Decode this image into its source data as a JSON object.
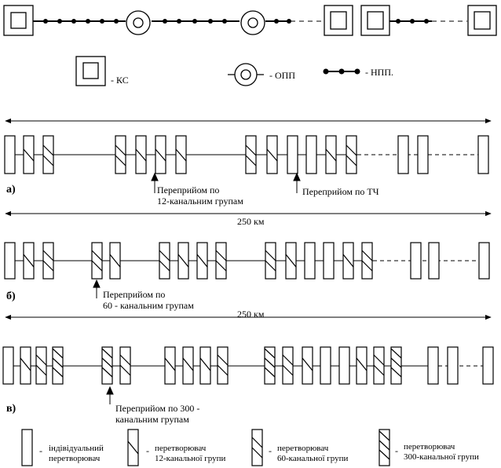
{
  "top_legend": {
    "ks_label": "- КС",
    "opp_label": "- ОПП",
    "npp_label": "- НПП."
  },
  "scheme_a": {
    "label": "а)",
    "note_1_line1": "Переприйом по",
    "note_1_line2": "12-канальним групам",
    "note_2": "Переприйом по ТЧ",
    "distance": "250 км"
  },
  "scheme_b": {
    "label": "б)",
    "note_line1": "Переприйом по",
    "note_line2": "60 - канальним групам",
    "distance": "250 км"
  },
  "scheme_c": {
    "label": "в)",
    "note_line1": "Переприйом по 300 -",
    "note_line2": "канальним групам"
  },
  "bottom_legend": [
    {
      "dash": "-",
      "line1": "індівідуальний",
      "line2": "перетворювач"
    },
    {
      "dash": "-",
      "line1": "перетворювач",
      "line2": "12-канальної групи"
    },
    {
      "dash": "-",
      "line1": "перетворювач",
      "line2": "60-канальної групи"
    },
    {
      "dash": "-",
      "line1": "перетворювач",
      "line2": "300-канальної групи"
    }
  ]
}
